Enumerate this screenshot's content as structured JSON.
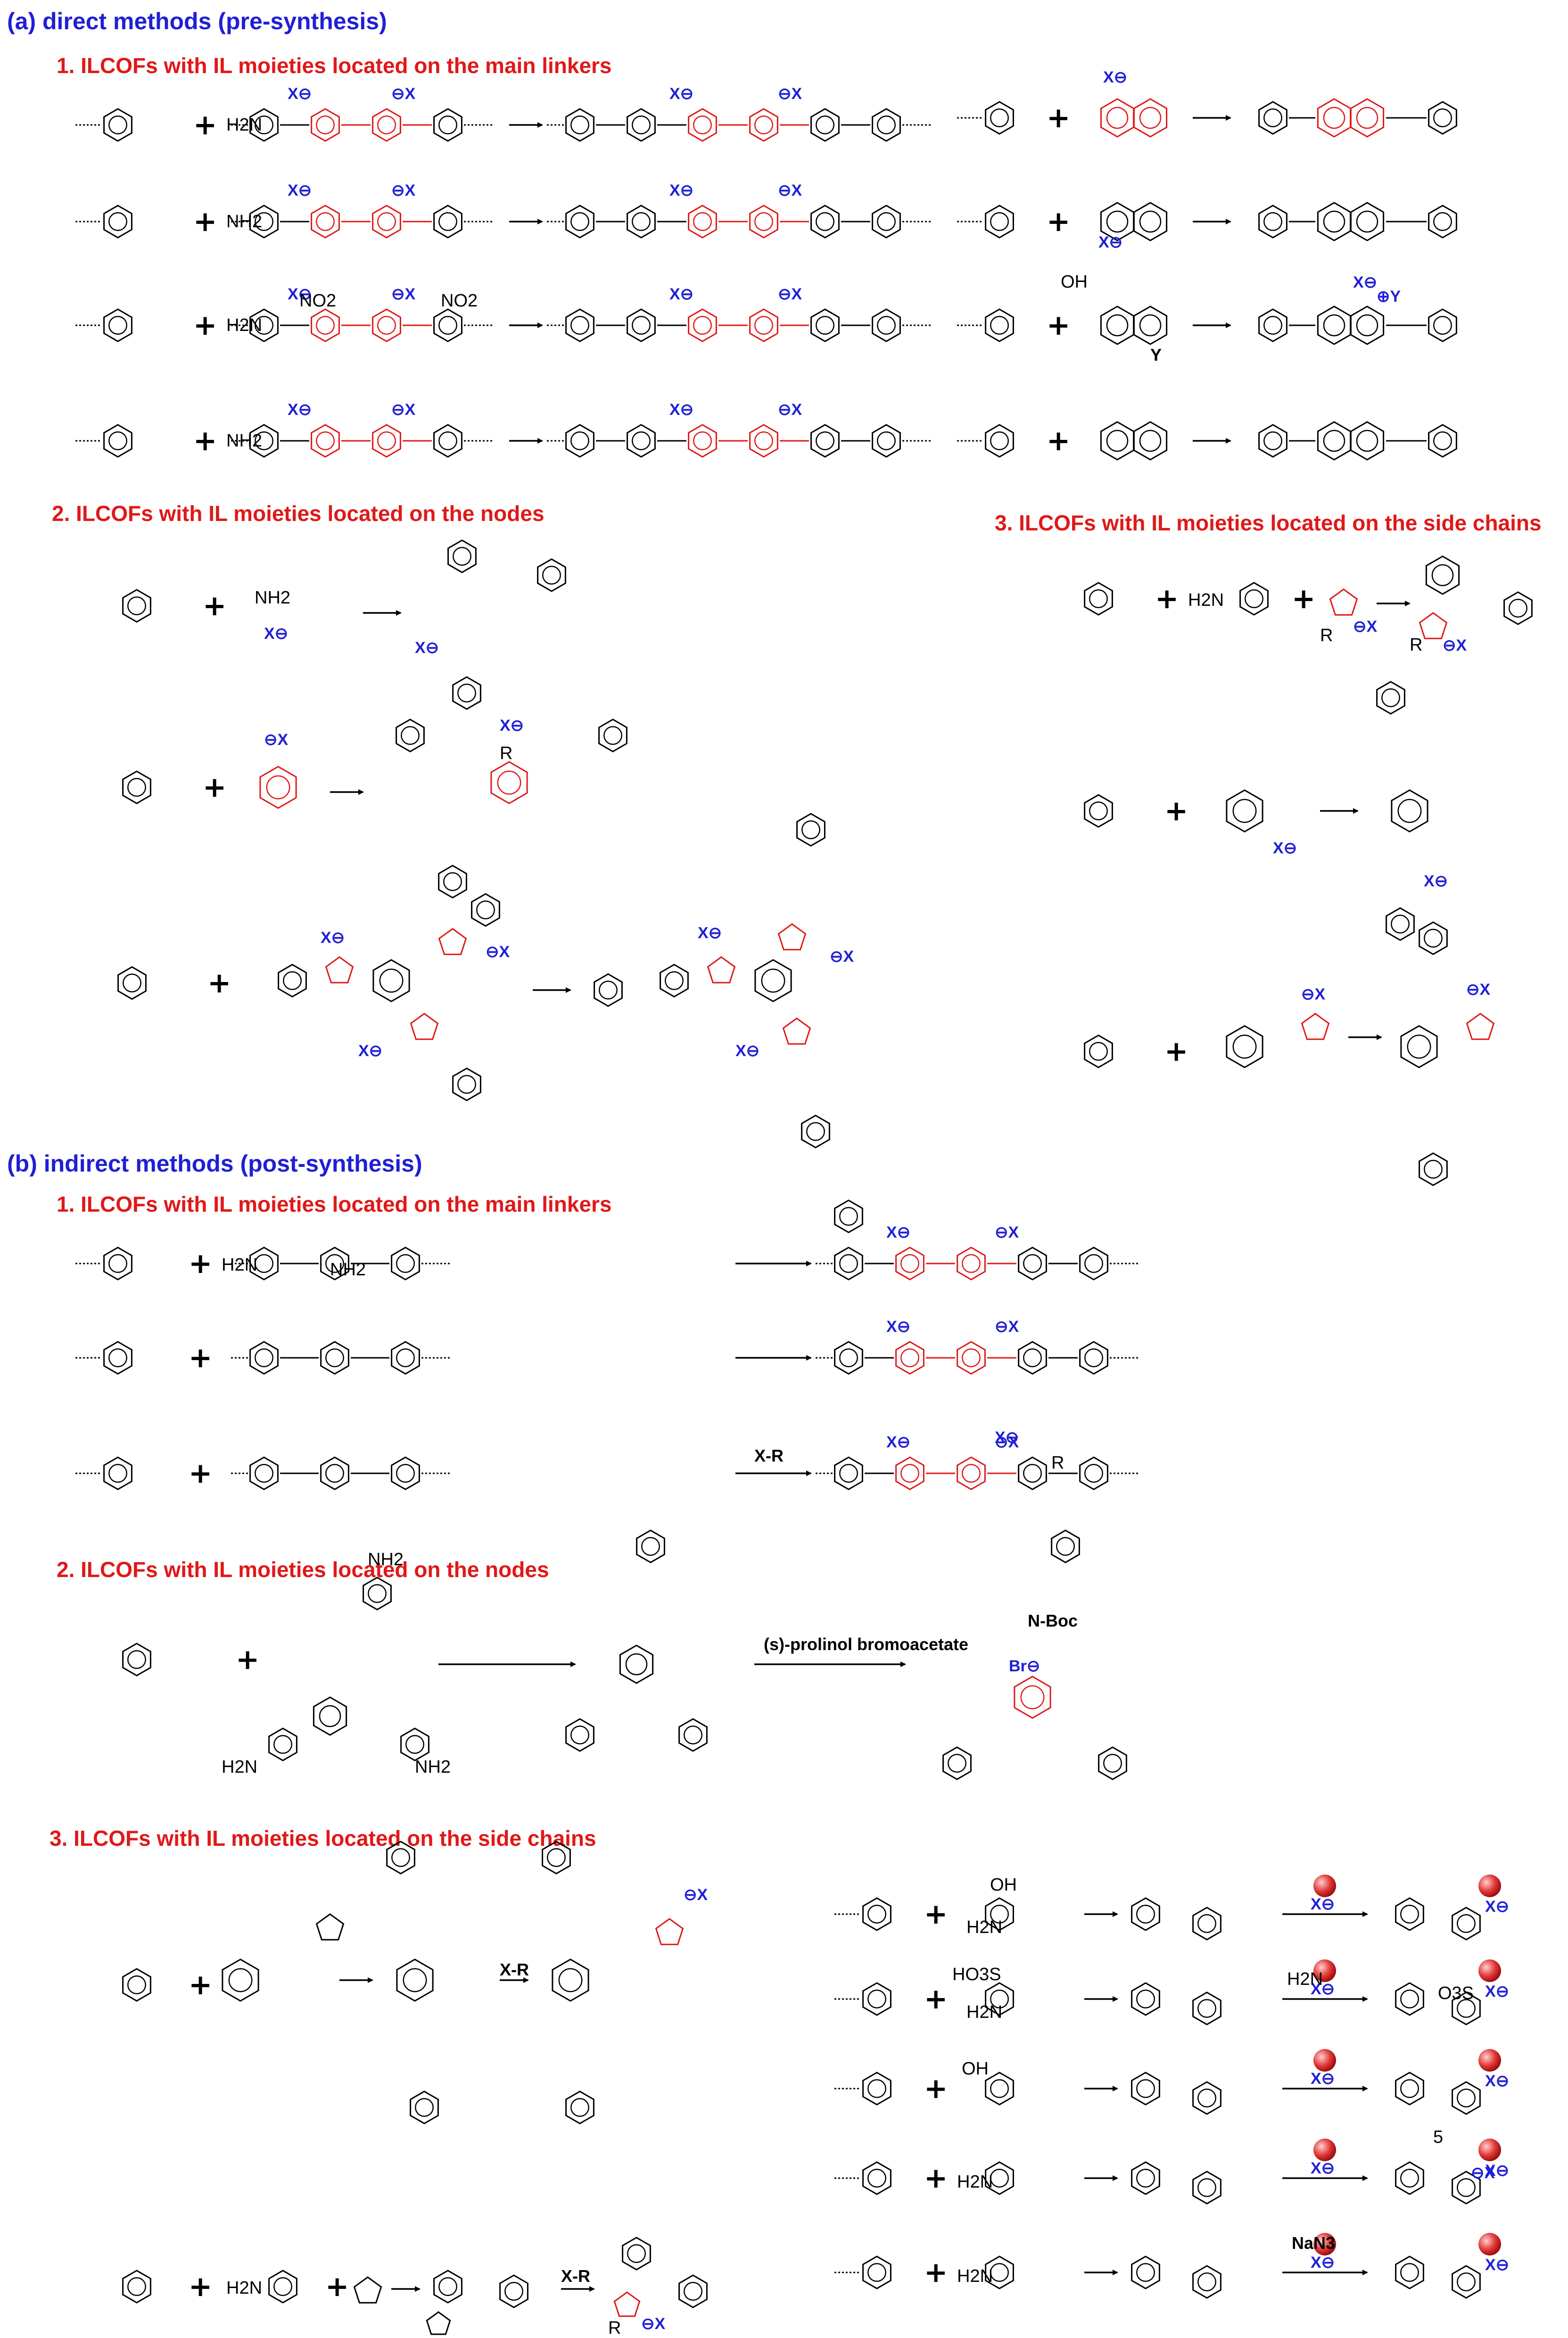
{
  "sections": {
    "a_title": "(a) direct methods (pre-synthesis)",
    "a1": "1. ILCOFs with IL moieties located on the main linkers",
    "a2": "2. ILCOFs with IL moieties located on the nodes",
    "a3": "3. ILCOFs with IL moieties located on the side chains",
    "b_title": "(b) indirect methods (post-synthesis)",
    "b1": "1. ILCOFs with IL moieties located on the main linkers",
    "b2": "2. ILCOFs with IL moieties located on the nodes",
    "b3": "3. ILCOFs with IL moieties located on the side chains"
  },
  "labels": {
    "plus": "+",
    "nh2": "NH2",
    "h2n": "H2N",
    "x_minus": "X⊖",
    "minus_x": "⊖X",
    "y_plus": "⊕Y",
    "y": "Y",
    "xr": "X-R",
    "boc": "N-Boc",
    "br": "Br⊖",
    "prolinol": "(s)-prolinol bromoacetate",
    "nan3": "NaN3",
    "no2": "NO2",
    "oh": "OH",
    "ho3s": "HO3S",
    "o3s": "O3S",
    "n5": "5",
    "r": "R"
  },
  "colors": {
    "section": "#1f1fd6",
    "subsection": "#e01818",
    "il_moiety": "#e01818",
    "anion": "#1f1fd6",
    "bond": "#000000",
    "sphere": "#e23a3a"
  }
}
